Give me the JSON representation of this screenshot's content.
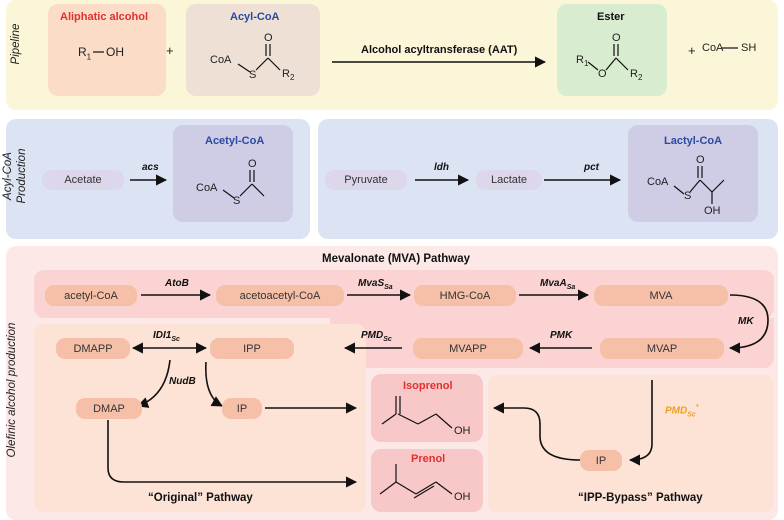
{
  "side_labels": {
    "pipeline": "Pipeline",
    "acyl_line1": "Acyl-CoA",
    "acyl_line2": "Production",
    "olefinic": "Olefinic alcohol production"
  },
  "pipeline": {
    "aliphatic_alcohol": "Aliphatic alcohol",
    "alcohol_formula": "R₁—OH",
    "plus1": "+",
    "acyl_coa": "Acyl-CoA",
    "enzyme": "Alcohol  acyltransferase (AAT)",
    "ester": "Ester",
    "plus2": "+",
    "coash": "CoA — SH",
    "coa": "CoA",
    "s": "S",
    "o": "O",
    "r1": "R₁",
    "r2": "R₂"
  },
  "acyl_production": {
    "acetate": "Acetate",
    "acs": "acs",
    "acetyl_coa": "Acetyl-CoA",
    "pyruvate": "Pyruvate",
    "ldh": "ldh",
    "lactate": "Lactate",
    "pct": "pct",
    "lactyl_coa": "Lactyl-CoA",
    "coa": "CoA",
    "s": "S",
    "o": "O",
    "oh": "OH"
  },
  "mva": {
    "title": "Mevalonate (MVA) Pathway",
    "acetyl_coa": "acetyl-CoA",
    "atob": "AtoB",
    "acetoacetyl_coa": "acetoacetyl-CoA",
    "mvas": "MvaS",
    "mvas_sub": "Sa",
    "hmg_coa": "HMG-CoA",
    "mvaa": "MvaA",
    "mvaa_sub": "Sa",
    "mva": "MVA",
    "mk": "MK",
    "mvap": "MVAP",
    "pmk": "PMK",
    "mvapp": "MVAPP",
    "pmd": "PMD",
    "pmd_sub": "Sc",
    "ipp": "IPP",
    "dmapp": "DMAPP",
    "idi1": "IDI1",
    "idi1_sub": "Sc",
    "nudb": "NudB",
    "dmap": "DMAP",
    "ip": "IP",
    "isoprenol": "Isoprenol",
    "prenol": "Prenol",
    "oh": "OH",
    "original": "“Original” Pathway",
    "pmd_mut": "PMD",
    "pmd_mut_sub": "Sc",
    "pmd_mut_sup": "*",
    "ip2": "IP",
    "bypass": "“IPP-Bypass” Pathway"
  },
  "colors": {
    "pipeline_bg": "#fbf6d8",
    "aliphatic_bg": "#fbdcc6",
    "acylcoa_bg": "#eee0d5",
    "ester_bg": "#d8ecd0",
    "acyl_panel_bg": "#dce4f3",
    "acyl_product_bg": "#cfcde6",
    "olefinic_bg": "#fde8e8",
    "mva_bg": "#fbd3d3",
    "pathway_bg": "#fde2d6",
    "product_bg": "#f8c8c8",
    "pill_purple": "#dcd7ea",
    "pill_orange": "#f6c0a8",
    "red_text": "#e03030",
    "blue_text": "#2b4aa0",
    "orange_text": "#f0a020"
  }
}
